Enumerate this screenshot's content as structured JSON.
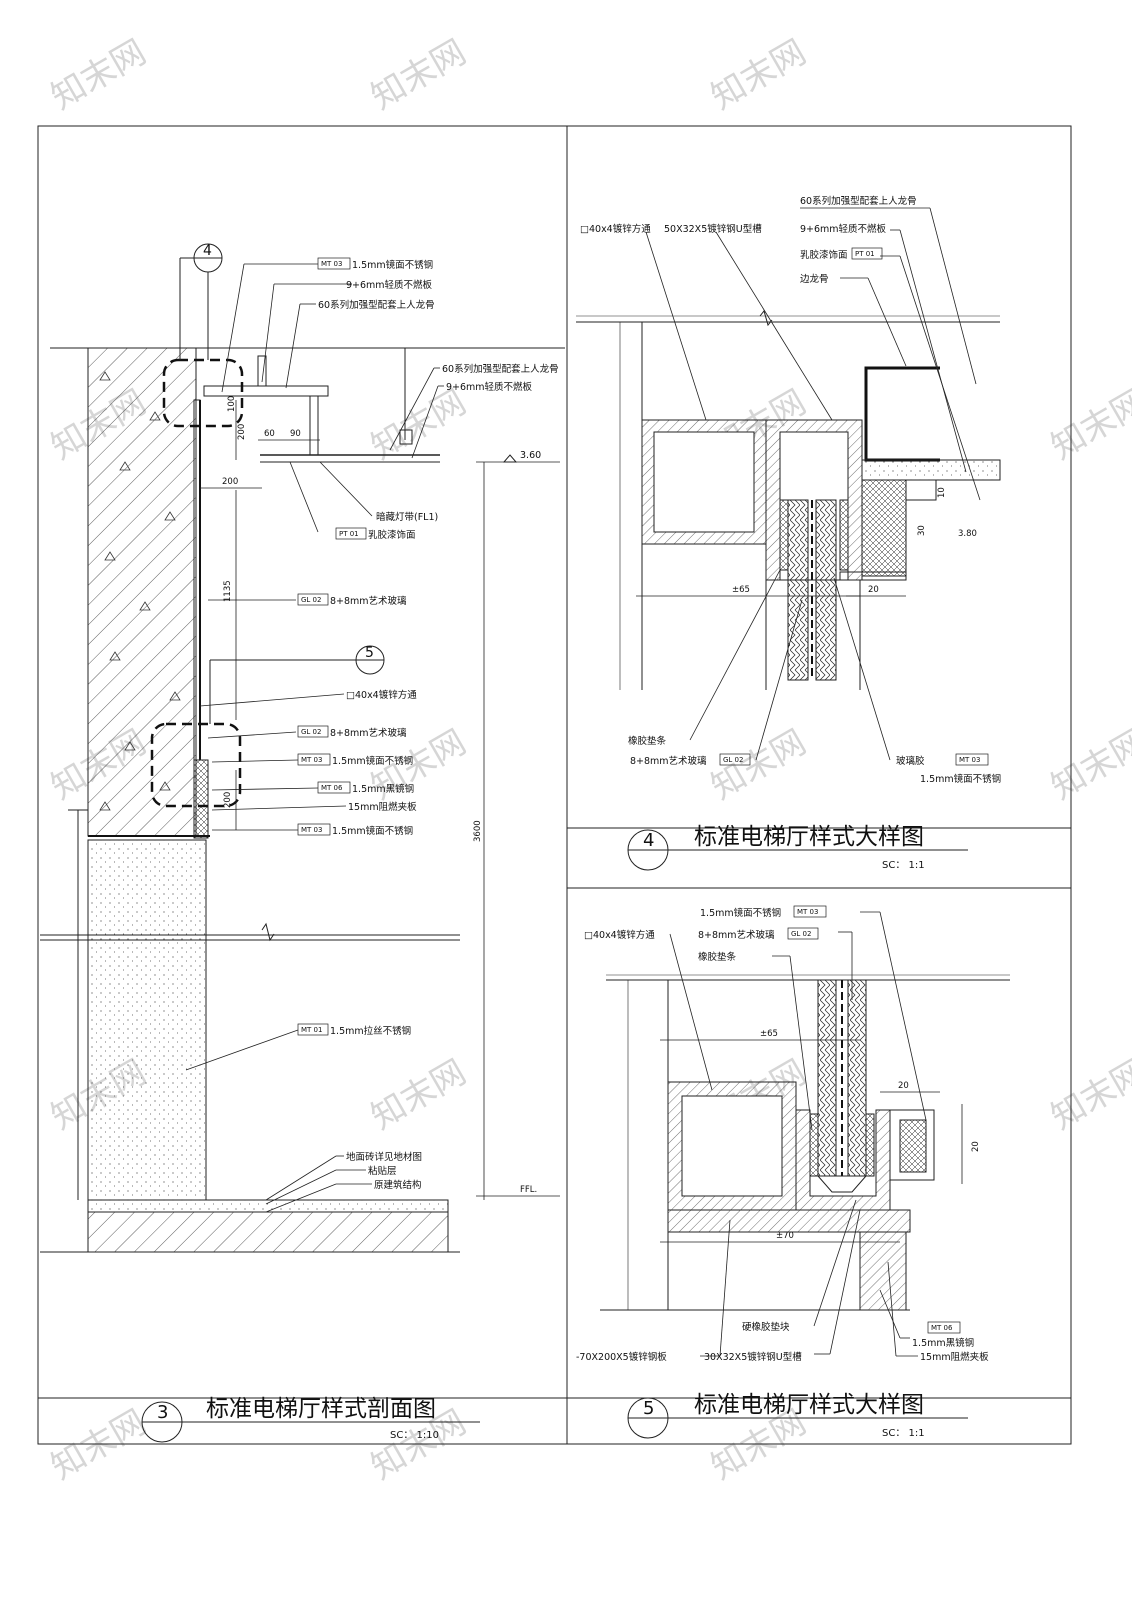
{
  "watermark": "知末网",
  "panel3": {
    "number": "3",
    "title": "标准电梯厅样式剖面图",
    "scale": "SC：  1:10",
    "callout_4": "4",
    "callout_5": "5",
    "labels": {
      "l1_tag": "MT 03",
      "l1": "1.5mm镜面不锈钢",
      "l2": "9+6mm轻质不燃板",
      "l3": "60系列加强型配套上人龙骨",
      "l4": "60系列加强型配套上人龙骨",
      "l5": "9+6mm轻质不燃板",
      "l6": "暗藏灯带(FL1)",
      "l7_tag": "PT 01",
      "l7": "乳胶漆饰面",
      "l8_tag": "GL 02",
      "l8": "8+8mm艺术玻璃",
      "l9": "□40x4镀锌方通",
      "l10_tag": "GL 02",
      "l10": "8+8mm艺术玻璃",
      "l11_tag": "MT 03",
      "l11": "1.5mm镜面不锈钢",
      "l12_tag": "MT 06",
      "l12": "1.5mm黑镜钢",
      "l13": "15mm阻燃夹板",
      "l14_tag": "MT 03",
      "l14": "1.5mm镜面不锈钢",
      "l15_tag": "MT 01",
      "l15": "1.5mm拉丝不锈钢",
      "l16": "地面砖详见地材图",
      "l17": "粘贴层",
      "l18": "原建筑结构"
    },
    "dims": {
      "d200a": "200",
      "d60": "60",
      "d90": "90",
      "d200b": "200",
      "d1135": "1135",
      "d200c": "200",
      "d3600": "3600",
      "d100": "100",
      "level_360": "3.60",
      "level_ffl": "FFL."
    }
  },
  "panel4": {
    "number": "4",
    "title": "标准电梯厅样式大样图",
    "scale": "SC：  1:1",
    "labels": {
      "a1": "□40x4镀锌方通",
      "a2": "50X32X5镀锌钢U型槽",
      "a3": "60系列加强型配套上人龙骨",
      "a4": "9+6mm轻质不燃板",
      "a5_tag": "PT 01",
      "a5": "乳胶漆饰面",
      "a6": "边龙骨",
      "a7": "橡胶垫条",
      "a8": "8+8mm艺术玻璃",
      "a8_tag": "GL 02",
      "a9": "玻璃胶",
      "a9_tag": "MT 03",
      "a10": "1.5mm镜面不锈钢"
    },
    "dims": {
      "d65": "±65",
      "d20": "20",
      "d30": "30",
      "d10": "10",
      "level_380": "3.80"
    }
  },
  "panel5": {
    "number": "5",
    "title": "标准电梯厅样式大样图",
    "scale": "SC：  1:1",
    "labels": {
      "b1": "1.5mm镜面不锈钢",
      "b1_tag": "MT 03",
      "b2": "□40x4镀锌方通",
      "b3": "8+8mm艺术玻璃",
      "b3_tag": "GL 02",
      "b4": "橡胶垫条",
      "b5": "硬橡胶垫块",
      "b6": "-70X200X5镀锌钢板",
      "b7": "30X32X5镀锌钢U型槽",
      "b8_tag": "MT 06",
      "b8": "1.5mm黑镜钢",
      "b9": "15mm阻燃夹板"
    },
    "dims": {
      "d65": "±65",
      "d70": "±70",
      "d20a": "20",
      "d20b": "20"
    }
  }
}
